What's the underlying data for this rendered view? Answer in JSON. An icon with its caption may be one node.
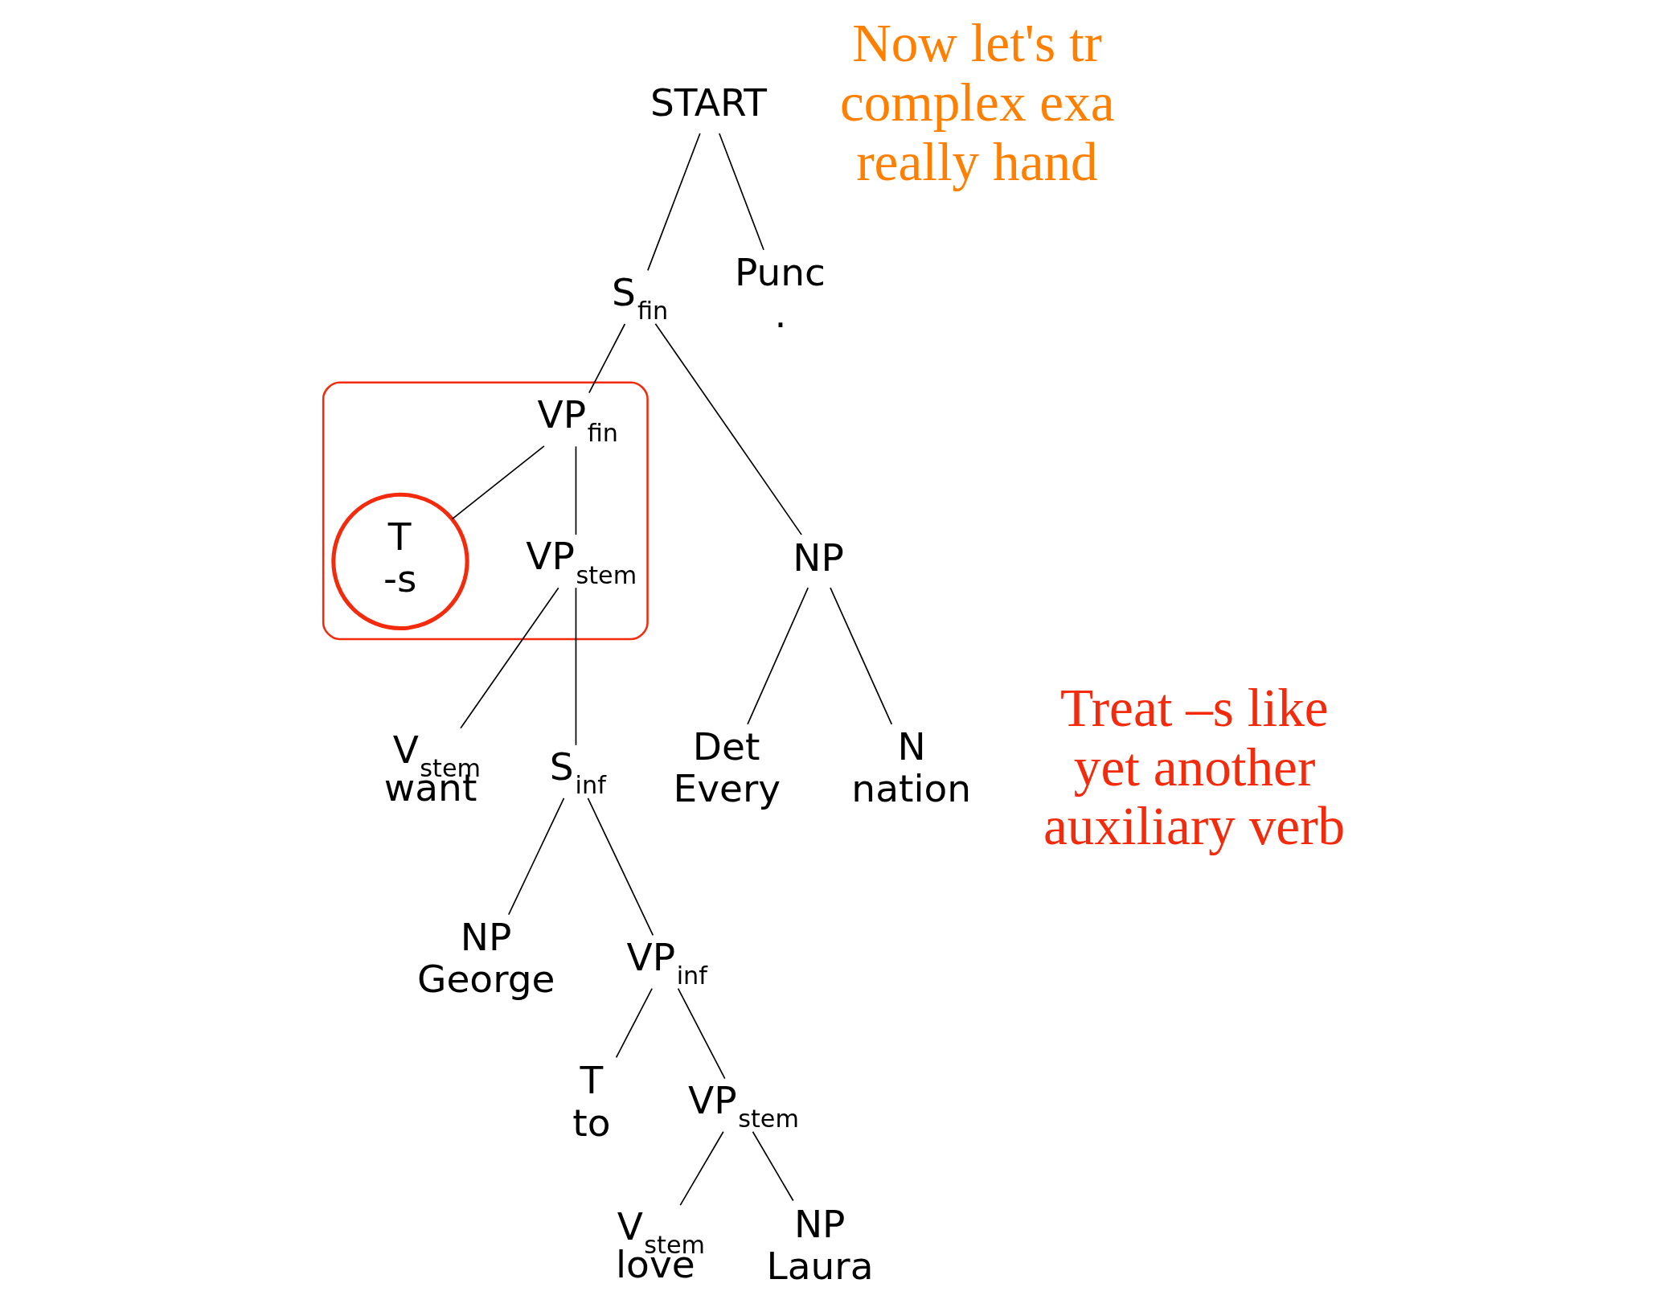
{
  "diagram": {
    "nodes": [
      {
        "text": [
          "START"
        ]
      },
      {
        "text": [
          "S$_{fin}$"
        ]
      },
      {
        "text": [
          "Punc",
          "."
        ]
      },
      {
        "text": [
          "NP"
        ]
      },
      {
        "text": [],
        "shape": "oval"
      },
      {
        "text": [
          "VP$_{fin}$"
        ],
        "in": 4
      },
      {
        "text": [
          "Det",
          "Every"
        ]
      },
      {
        "text": [
          "N",
          "nation"
        ]
      },
      {
        "text": [
          "T",
          "-s"
        ],
        "in": 4
      },
      {
        "text": [
          "VP$_{stem}$"
        ],
        "in": 4
      },
      {
        "text": [
          "V$_{stem}$",
          "want"
        ]
      },
      {
        "text": [
          "S$_{inf}$"
        ]
      },
      {
        "text": [
          "NP",
          "George"
        ]
      },
      {
        "text": [
          "VP$_{inf}$"
        ]
      },
      {
        "text": [
          "T",
          "to"
        ]
      },
      {
        "text": [
          "VP$_{stem}$"
        ]
      },
      {
        "text": [
          "V$_{stem}$",
          "love"
        ]
      },
      {
        "text": [
          "NP",
          "Laura"
        ]
      }
    ],
    "edges": [
      {
        "from": 0,
        "to": 1,
        "arrow": "none"
      },
      {
        "from": 0,
        "to": 2,
        "arrow": "none"
      },
      {
        "from": 1,
        "to": 3,
        "arrow": "none"
      },
      {
        "from": 1,
        "to": 5,
        "arrow": "none"
      },
      {
        "from": 3,
        "to": 6,
        "arrow": "none"
      },
      {
        "from": 3,
        "to": 7,
        "arrow": "none"
      },
      {
        "from": 5,
        "to": 8,
        "arrow": "none"
      },
      {
        "from": 5,
        "to": 9,
        "arrow": "none"
      },
      {
        "from": 9,
        "to": 10,
        "arrow": "none"
      },
      {
        "from": 9,
        "to": 11,
        "arrow": "none"
      },
      {
        "from": 11,
        "to": 12,
        "arrow": "none"
      },
      {
        "from": 11,
        "to": 13,
        "arrow": "none"
      },
      {
        "from": 13,
        "to": 14,
        "arrow": "none"
      },
      {
        "from": 13,
        "to": 15,
        "arrow": "none"
      },
      {
        "from": 15,
        "to": 16,
        "arrow": "none"
      },
      {
        "from": 15,
        "to": 17,
        "arrow": "none"
      }
    ],
    "labels": [
      "Now let's tr complex exa really hand",
      "Treat –s like yet another auxiliary verb"
    ]
  }
}
